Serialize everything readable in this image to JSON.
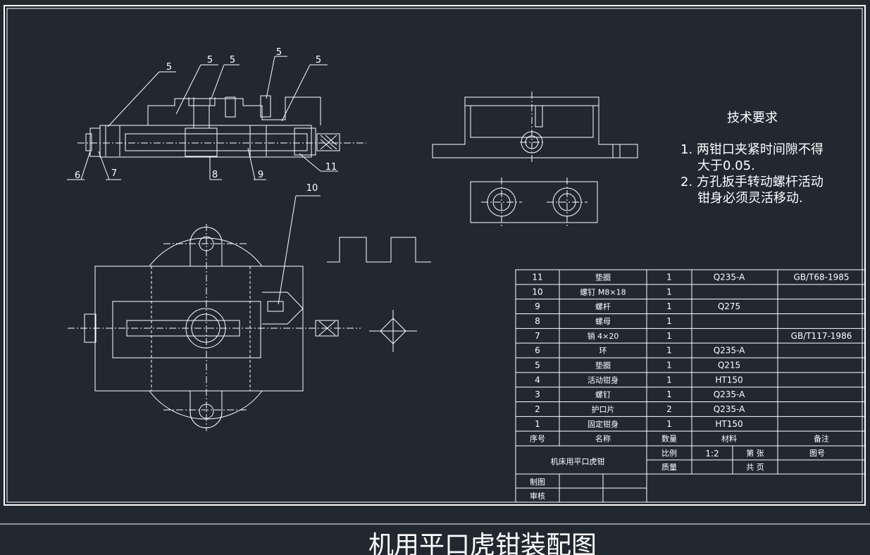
{
  "drawing": {
    "title": "机用平口虎钳装配图",
    "tech_requirements": {
      "heading": "技术要求",
      "items": [
        "1. 两钳口夹紧时间隙不得",
        "大于0.05.",
        "2. 方孔扳手转动螺杆活动",
        "钳身必须灵活移动."
      ]
    },
    "balloons": {
      "front": [
        "5",
        "5",
        "5",
        "5",
        "5",
        "6",
        "7",
        "8",
        "9",
        "11"
      ],
      "top": [
        "10"
      ]
    },
    "parts": [
      {
        "no": "11",
        "name": "垫圈",
        "qty": "1",
        "material": "Q235-A",
        "note": "GB/T68-1985"
      },
      {
        "no": "10",
        "name": "螺钉 M8×18",
        "qty": "1",
        "material": "",
        "note": ""
      },
      {
        "no": "9",
        "name": "螺杆",
        "qty": "1",
        "material": "Q275",
        "note": ""
      },
      {
        "no": "8",
        "name": "螺母",
        "qty": "1",
        "material": "",
        "note": ""
      },
      {
        "no": "7",
        "name": "销 4×20",
        "qty": "1",
        "material": "",
        "note": "GB/T117-1986"
      },
      {
        "no": "6",
        "name": "环",
        "qty": "1",
        "material": "Q235-A",
        "note": ""
      },
      {
        "no": "5",
        "name": "垫圈",
        "qty": "1",
        "material": "Q215",
        "note": ""
      },
      {
        "no": "4",
        "name": "活动钳身",
        "qty": "1",
        "material": "HT150",
        "note": ""
      },
      {
        "no": "3",
        "name": "螺钉",
        "qty": "1",
        "material": "Q235-A",
        "note": ""
      },
      {
        "no": "2",
        "name": "护口片",
        "qty": "2",
        "material": "Q235-A",
        "note": ""
      },
      {
        "no": "1",
        "name": "固定钳身",
        "qty": "1",
        "material": "HT150",
        "note": ""
      }
    ],
    "table_header": {
      "no": "序号",
      "name": "名称",
      "qty": "数量",
      "material": "材料",
      "note": "备注"
    },
    "title_block": {
      "name": "机床用平口虎钳",
      "scale_label": "比例",
      "scale": "1:2",
      "sheet_label": "第  张",
      "drawing_no_label": "图号",
      "weight_label": "质量",
      "total_label": "共  页",
      "drawn_label": "制图",
      "checked_label": "审核"
    }
  }
}
